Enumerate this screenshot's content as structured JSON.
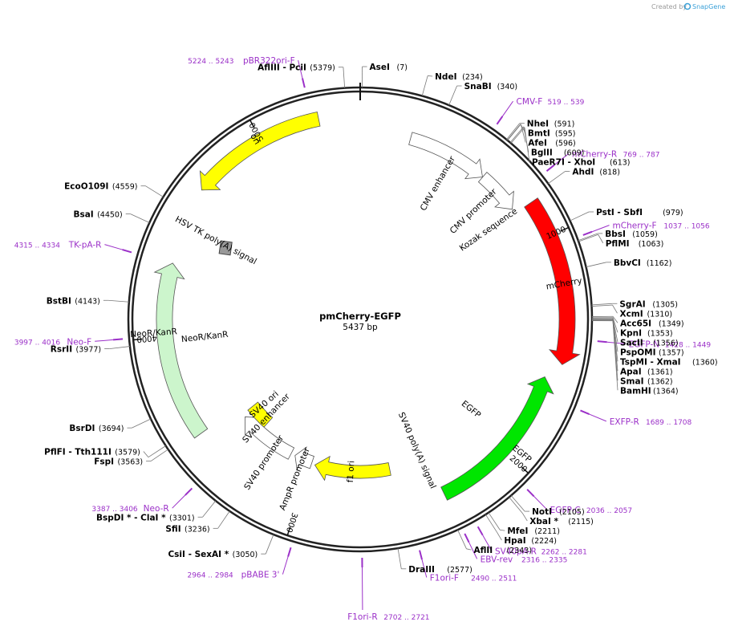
{
  "credit": {
    "prefix": "Created by",
    "brand": "SnapGene"
  },
  "plasmid": {
    "name": "pmCherry-EGFP",
    "size": "5437 bp",
    "length": 5437
  },
  "colors": {
    "site": "#000000",
    "primer": "#9b30c8",
    "mcherry": "#ff0000",
    "egfp": "#00e600",
    "ori": "#ffff00",
    "resistance": "#ccf5cc",
    "orange_feature": "#f5c27a",
    "promoter": "#ffffff",
    "signal": "#999999"
  },
  "tick_labels": [
    {
      "pos": 1000,
      "text": "1000"
    },
    {
      "pos": 2000,
      "text": "2000"
    },
    {
      "pos": 3000,
      "text": "3000"
    },
    {
      "pos": 4000,
      "text": "4000"
    },
    {
      "pos": 5000,
      "text": "5000"
    }
  ],
  "features": [
    {
      "name": "CMV enhancer",
      "start": 235,
      "end": 614,
      "arrow": "cw",
      "kind": "promoter"
    },
    {
      "name": "CMV promoter",
      "start": 615,
      "end": 817,
      "arrow": "cw",
      "kind": "promoter"
    },
    {
      "name": "mCherry",
      "start": 840,
      "end": 1550,
      "arrow": "cw",
      "kind": "mcherry"
    },
    {
      "name": "EGFP",
      "start": 1620,
      "end": 2330,
      "arrow": "ccw",
      "kind": "egfp"
    },
    {
      "name": "f1 ori",
      "start": 2550,
      "end": 2980,
      "arrow": "cw",
      "kind": "ori"
    },
    {
      "name": "AmpR promoter",
      "start": 3000,
      "end": 3105,
      "arrow": "cw",
      "kind": "promoter"
    },
    {
      "name": "SV40 promoter",
      "start": 3130,
      "end": 3470,
      "arrow": "cw",
      "kind": "promoter"
    },
    {
      "name": "SV40 ori",
      "start": 3350,
      "end": 3490,
      "arrow": "none",
      "kind": "ori"
    },
    {
      "name": "NeoR/KanR",
      "start": 3540,
      "end": 4330,
      "arrow": "cw",
      "kind": "resistance"
    },
    {
      "name": "HSV TK poly(A) signal",
      "start": 4500,
      "end": 4520,
      "arrow": "none",
      "kind": "signal"
    },
    {
      "name": "ori",
      "start": 4670,
      "end": 5260,
      "arrow": "ccw",
      "kind": "ori"
    }
  ],
  "feature_labels": [
    {
      "text": "CMV enhancer",
      "pos": 450,
      "r": 195
    },
    {
      "text": "CMV promoter",
      "pos": 700,
      "r": 195
    },
    {
      "text": "Kozak sequence",
      "pos": 832,
      "r": 195
    },
    {
      "text": "mCherry",
      "pos": 1210,
      "r": 258
    },
    {
      "text": "EGFP",
      "pos": 1950,
      "r": 178
    },
    {
      "text": "EGFP",
      "pos": 1960,
      "r": 262
    },
    {
      "text": "SV40 poly(A) signal",
      "pos": 2365,
      "r": 178
    },
    {
      "text": "f1 ori",
      "pos": 2770,
      "r": 190
    },
    {
      "text": "AmpR promoter",
      "pos": 3055,
      "r": 215
    },
    {
      "text": "SV40 promoter",
      "pos": 3230,
      "r": 215
    },
    {
      "text": "SV40 enhancer",
      "pos": 3375,
      "r": 170
    },
    {
      "text": "SV40 ori",
      "pos": 3450,
      "r": 160
    },
    {
      "text": "NeoR/KanR",
      "pos": 3980,
      "r": 195
    },
    {
      "text": "NeoR/KanR",
      "pos": 4020,
      "r": 258
    },
    {
      "text": "HSV TK poly(A) signal",
      "pos": 4510,
      "r": 205
    },
    {
      "text": "ori",
      "pos": 4980,
      "r": 260
    }
  ],
  "sites": [
    {
      "name": "AflIII - PciI",
      "pos": "5379",
      "side": "left"
    },
    {
      "name": "AseI",
      "pos": "7",
      "side": "right"
    },
    {
      "name": "NdeI",
      "pos": "234",
      "side": "right"
    },
    {
      "name": "SnaBI",
      "pos": "340",
      "side": "right"
    },
    {
      "name": "NheI",
      "pos": "591",
      "side": "right"
    },
    {
      "name": "BmtI",
      "pos": "595",
      "side": "right"
    },
    {
      "name": "AfeI",
      "pos": "596",
      "side": "right"
    },
    {
      "name": "BglII",
      "pos": "609",
      "side": "right"
    },
    {
      "name": "PaeR7I - XhoI",
      "pos": "613",
      "side": "right"
    },
    {
      "name": "AhdI",
      "pos": "818",
      "side": "right"
    },
    {
      "name": "PstI - SbfI",
      "pos": "979",
      "side": "right"
    },
    {
      "name": "BbsI",
      "pos": "1059",
      "side": "right"
    },
    {
      "name": "PflMI",
      "pos": "1063",
      "side": "right"
    },
    {
      "name": "BbvCI",
      "pos": "1162",
      "side": "right"
    },
    {
      "name": "SgrAI",
      "pos": "1305",
      "side": "right"
    },
    {
      "name": "XcmI",
      "pos": "1310",
      "side": "right"
    },
    {
      "name": "Acc65I",
      "pos": "1349",
      "side": "right"
    },
    {
      "name": "KpnI",
      "pos": "1353",
      "side": "right"
    },
    {
      "name": "SacII",
      "pos": "1356",
      "side": "right"
    },
    {
      "name": "PspOMI",
      "pos": "1357",
      "side": "right"
    },
    {
      "name": "TspMI - XmaI",
      "pos": "1360",
      "side": "right"
    },
    {
      "name": "ApaI",
      "pos": "1361",
      "side": "right"
    },
    {
      "name": "SmaI",
      "pos": "1362",
      "side": "right"
    },
    {
      "name": "BamHI",
      "pos": "1364",
      "side": "right"
    },
    {
      "name": "NotI",
      "pos": "2105",
      "side": "right"
    },
    {
      "name": "XbaI *",
      "pos": "2115",
      "side": "right"
    },
    {
      "name": "MfeI",
      "pos": "2211",
      "side": "right"
    },
    {
      "name": "HpaI",
      "pos": "2224",
      "side": "right"
    },
    {
      "name": "AflII",
      "pos": "2343",
      "side": "right"
    },
    {
      "name": "DraIII",
      "pos": "2577",
      "side": "right"
    },
    {
      "name": "CsiI - SexAI *",
      "pos": "3050",
      "side": "left"
    },
    {
      "name": "SfiI",
      "pos": "3236",
      "side": "left"
    },
    {
      "name": "BspDI * - ClaI *",
      "pos": "3301",
      "side": "left"
    },
    {
      "name": "FspI",
      "pos": "3563",
      "side": "left"
    },
    {
      "name": "PflFI - Tth111I",
      "pos": "3579",
      "side": "left"
    },
    {
      "name": "BsrDI",
      "pos": "3694",
      "side": "left"
    },
    {
      "name": "RsrII",
      "pos": "3977",
      "side": "left"
    },
    {
      "name": "BstBI",
      "pos": "4143",
      "side": "left"
    },
    {
      "name": "BsaI",
      "pos": "4450",
      "side": "left"
    },
    {
      "name": "EcoO109I",
      "pos": "4559",
      "side": "left"
    }
  ],
  "primers": [
    {
      "name": "pBR322ori-F",
      "range": "5224 .. 5243",
      "side": "left"
    },
    {
      "name": "CMV-F",
      "range": "519 .. 539",
      "side": "right"
    },
    {
      "name": "mCherry-R",
      "range": "769 .. 787",
      "side": "right"
    },
    {
      "name": "mCherry-F",
      "range": "1037 .. 1056",
      "side": "right"
    },
    {
      "name": "EGFP-N",
      "range": "1428 .. 1449",
      "side": "right"
    },
    {
      "name": "EXFP-R",
      "range": "1689 .. 1708",
      "side": "right"
    },
    {
      "name": "EGFP-C",
      "range": "2036 .. 2057",
      "side": "right"
    },
    {
      "name": "SV40pA-R",
      "range": "2262 .. 2281",
      "side": "right"
    },
    {
      "name": "EBV-rev",
      "range": "2316 .. 2335",
      "side": "right"
    },
    {
      "name": "F1ori-F",
      "range": "2490 .. 2511",
      "side": "right"
    },
    {
      "name": "F1ori-R",
      "range": "2702 .. 2721",
      "side": "center"
    },
    {
      "name": "pBABE 3'",
      "range": "2964 .. 2984",
      "side": "left"
    },
    {
      "name": "Neo-R",
      "range": "3387 .. 3406",
      "side": "left"
    },
    {
      "name": "Neo-F",
      "range": "3997 .. 4016",
      "side": "left"
    },
    {
      "name": "TK-pA-R",
      "range": "4315 .. 4334",
      "side": "left"
    }
  ]
}
